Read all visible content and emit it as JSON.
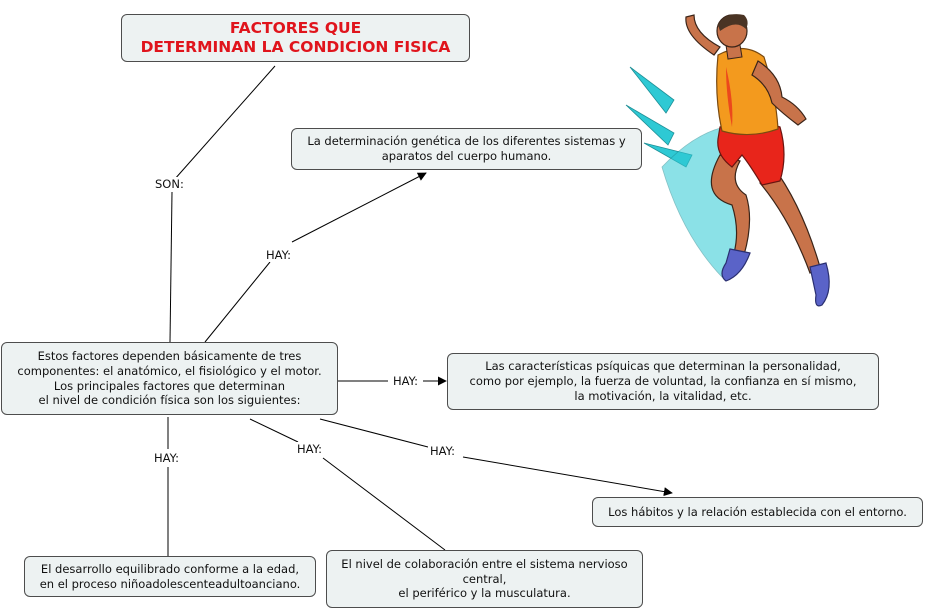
{
  "title": {
    "lines": [
      "FACTORES QUE",
      "DETERMINAN LA CONDICION FISICA"
    ]
  },
  "central": {
    "lines": [
      "Estos factores dependen básicamente de tres",
      "componentes: el anatómico, el fisiológico y el motor.",
      "Los principales factores que determinan",
      "el nivel de condición física son los siguientes:"
    ]
  },
  "nodes": {
    "genetica": [
      "La determinación genética de los diferentes sistemas y",
      "aparatos del cuerpo humano."
    ],
    "psiquicas": [
      "Las características psíquicas que determinan la personalidad,",
      "como por ejemplo, la fuerza de voluntad, la confianza en sí mismo,",
      "la motivación, la vitalidad, etc."
    ],
    "habitos": [
      "Los hábitos y la relación establecida con el entorno."
    ],
    "colaboracion": [
      "El nivel de colaboración entre el sistema nervioso",
      "central,",
      "el periférico y la musculatura."
    ],
    "desarrollo": [
      "El desarrollo equilibrado conforme a la edad,",
      "en el proceso niñoadolescenteadultoanciano."
    ]
  },
  "links": {
    "son": "SON:",
    "hay_genetica": "HAY:",
    "hay_psiquicas": "HAY:",
    "hay_habitos": "HAY:",
    "hay_colaboracion": "HAY:",
    "hay_desarrollo": "HAY:"
  },
  "image": {
    "name": "runner-clipart"
  },
  "colors": {
    "title": "#e0141c",
    "node_fill": "#edf2f2",
    "node_border": "#4d4d4d",
    "line": "#000000",
    "runner_skin": "#c8734a",
    "runner_shirt": "#f39a1e",
    "runner_shorts": "#e8251b",
    "runner_shoes": "#5a63c8",
    "speed_streaks": "#2ec9d4"
  }
}
